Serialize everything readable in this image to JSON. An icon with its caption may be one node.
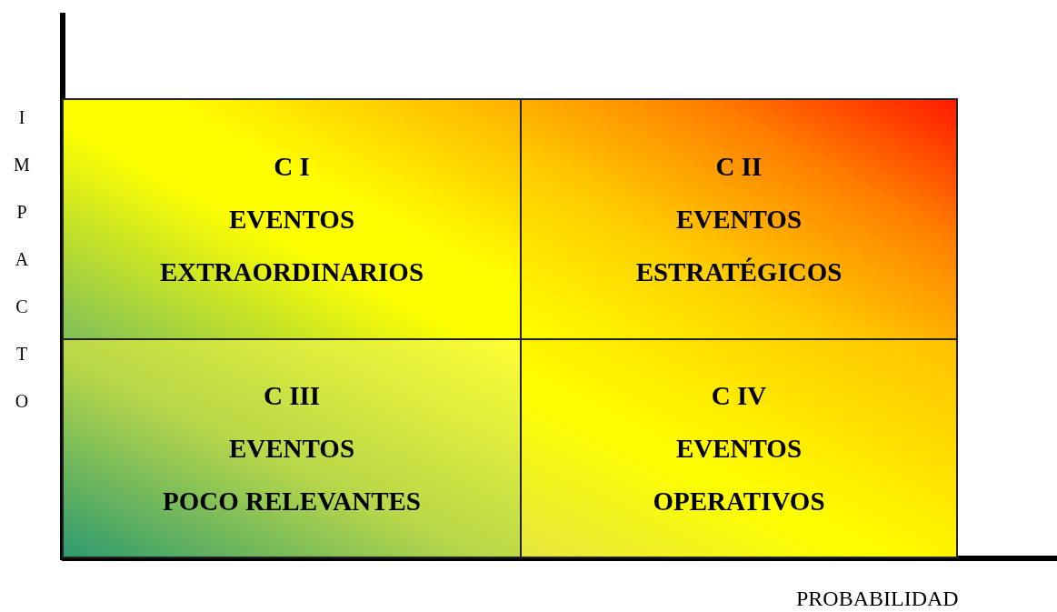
{
  "diagram": {
    "nodes": [
      {
        "text": [
          "C I",
          "EVENTOS",
          "EXTRAORDINARIOS"
        ]
      },
      {
        "text": [
          "C II",
          "EVENTOS",
          "ESTRATÉGICOS"
        ]
      },
      {
        "text": [
          "C III",
          "EVENTOS",
          "POCO RELEVANTES"
        ]
      },
      {
        "text": [
          "C IV",
          "EVENTOS",
          "OPERATIVOS"
        ]
      }
    ],
    "edges": [],
    "labels": [
      "IMPACTO",
      "PROBABILIDAD"
    ]
  }
}
